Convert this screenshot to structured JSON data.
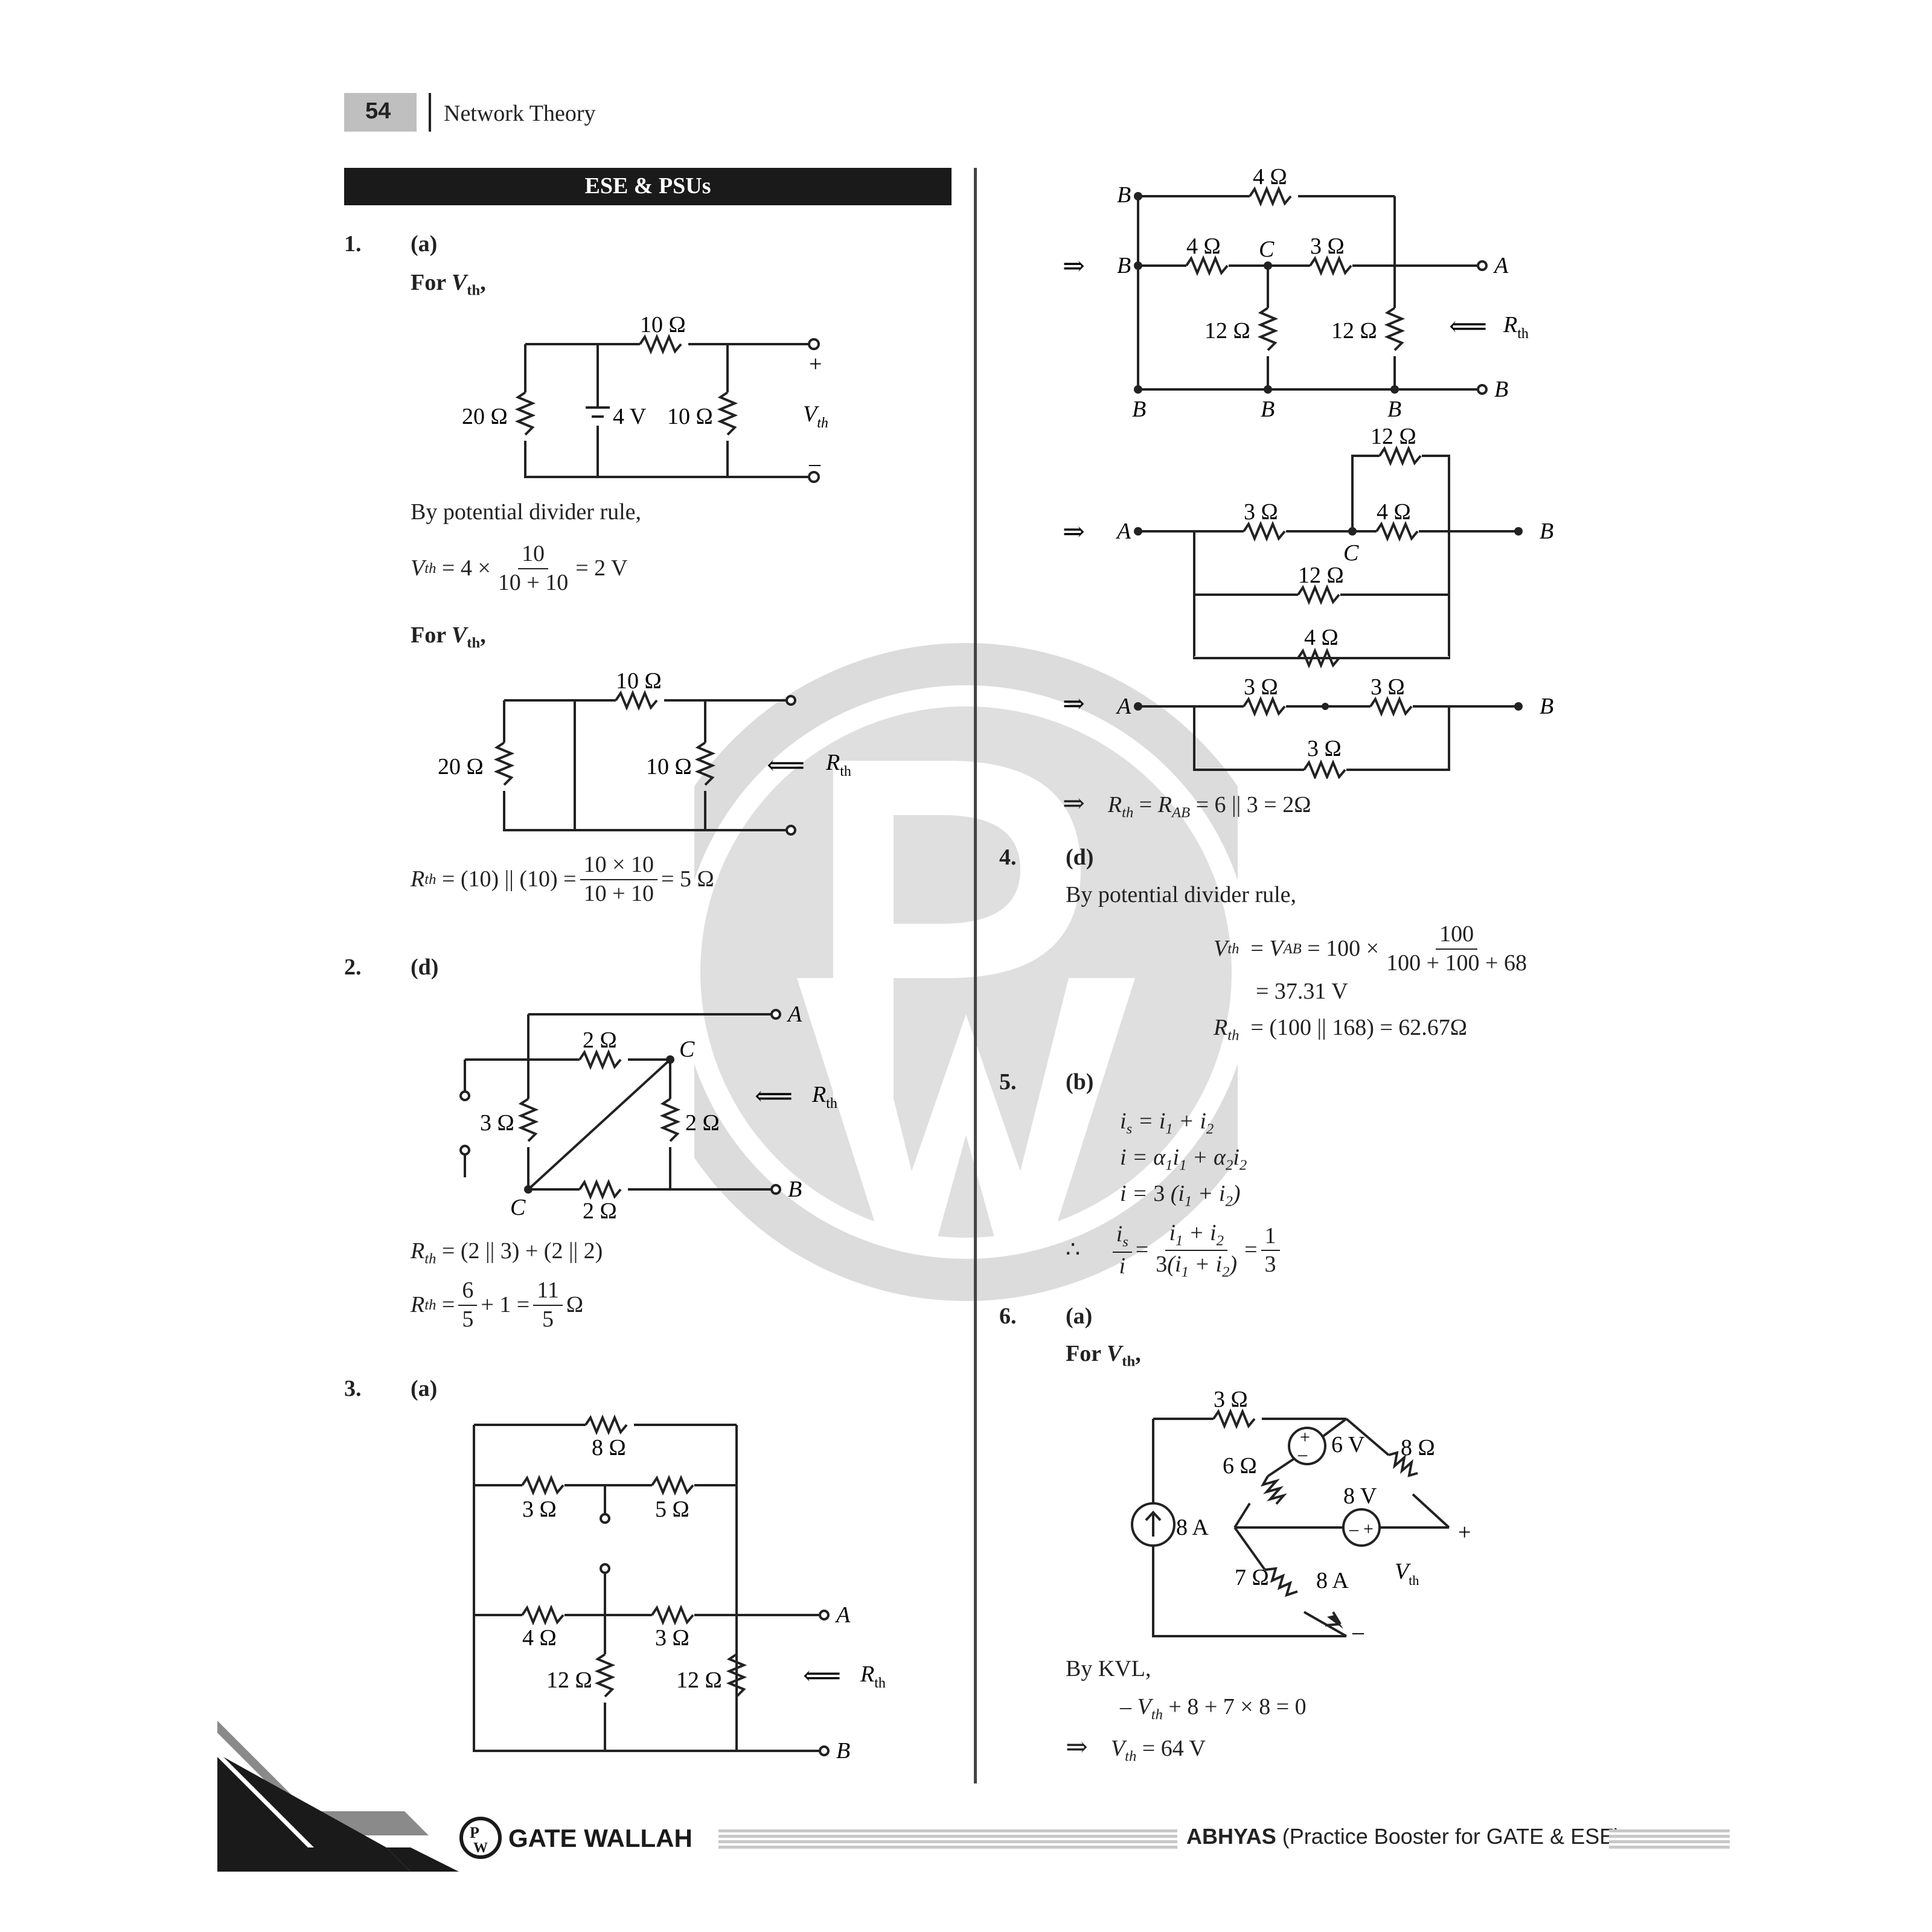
{
  "header": {
    "page_number": "54",
    "title": "Network Theory"
  },
  "section": {
    "title": "ESE & PSUs"
  },
  "q1": {
    "num": "1.",
    "ans": "(a)",
    "for_vth_1": "For ",
    "vth_a": "V",
    "vth_b": "th",
    "comma": ",",
    "rule": "By potential divider rule,",
    "eq1_left": "= 4 ×",
    "eq1_num": "10",
    "eq1_den": "10 + 10",
    "eq1_right": "= 2  V",
    "eq2_left": "= (10) || (10) =",
    "eq2_num": "10 × 10",
    "eq2_den": "10 + 10",
    "eq2_right": "= 5 Ω",
    "c1": {
      "r_top": "10 Ω",
      "r_left": "20 Ω",
      "src": "4 V",
      "r_mid": "10 Ω",
      "plus": "+",
      "minus": "–"
    },
    "c2": {
      "r_top": "10 Ω",
      "r_left": "20 Ω",
      "r_mid": "10 Ω"
    }
  },
  "q2": {
    "num": "2.",
    "ans": "(d)",
    "eq1": "= (2 || 3) + (2 || 2)",
    "eq2_num1": "6",
    "eq2_den1": "5",
    "eq2_mid": "+ 1 =",
    "eq2_num2": "11",
    "eq2_den2": "5",
    "eq2_unit": "Ω",
    "c": {
      "r1": "2 Ω",
      "r2": "3 Ω",
      "r3": "2 Ω",
      "r4": "2 Ω",
      "A": "A",
      "B": "B",
      "C1": "C",
      "C2": "C"
    }
  },
  "q3": {
    "num": "3.",
    "ans": "(a)",
    "c1": {
      "r8": "8 Ω",
      "r3a": "3 Ω",
      "r5": "5 Ω",
      "r4": "4 Ω",
      "r3b": "3 Ω",
      "r12a": "12 Ω",
      "r12b": "12 Ω",
      "A": "A",
      "B": "B"
    },
    "c2": {
      "r4top": "4 Ω",
      "r4": "4 Ω",
      "r3": "3 Ω",
      "r12a": "12 Ω",
      "r12b": "12 Ω",
      "A": "A",
      "B": "B",
      "C": "C"
    },
    "c3": {
      "r12": "12 Ω",
      "r3": "3 Ω",
      "r4": "4 Ω",
      "r12m": "12 Ω",
      "r4b": "4 Ω",
      "A": "A",
      "B": "B",
      "C": "C"
    },
    "c4": {
      "r3a": "3 Ω",
      "r3b": "3 Ω",
      "r3c": "3 Ω",
      "A": "A",
      "B": "B"
    },
    "implies": "⇒",
    "result": "= 6 || 3 = 2Ω"
  },
  "q4": {
    "num": "4.",
    "ans": "(d)",
    "rule": "By potential divider rule,",
    "eq1_mid": "= 100 ×",
    "eq1_num": "100",
    "eq1_den": "100 + 100 + 68",
    "eq2": "=  37.31 V",
    "eq3": "=  (100 || 168) = 62.67Ω"
  },
  "q5": {
    "num": "5.",
    "ans": "(b)",
    "therefore": "∴"
  },
  "q6": {
    "num": "6.",
    "ans": "(a)",
    "c": {
      "r3": "3 Ω",
      "r6": "6 Ω",
      "r8": "8 Ω",
      "r7": "7 Ω",
      "v6": "6 V",
      "v8": "8 V",
      "i8a": "8 A",
      "i8b": "8 A",
      "plus": "+",
      "minus": "–",
      "vth": "V",
      "vth_sub": "th"
    },
    "kvl": "By KVL,",
    "kvl_eq": "+ 8 + 7 × 8 = 0",
    "result": "= 64 V"
  },
  "footer": {
    "brand": "GATE WALLAH",
    "book_bold": "ABHYAS",
    "book_rest": " (Practice Booster for GATE & ESE)"
  },
  "common": {
    "rth_a": "R",
    "rth_b": "th",
    "rab": "AB",
    "arrow": "⟸"
  }
}
